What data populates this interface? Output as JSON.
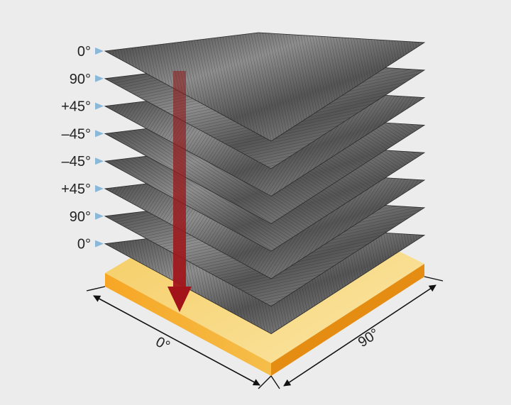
{
  "diagram": {
    "plies": [
      {
        "label": "0°",
        "angle": 0
      },
      {
        "label": "90°",
        "angle": 90
      },
      {
        "label": "+45°",
        "angle": 45
      },
      {
        "label": "–45°",
        "angle": -45
      },
      {
        "label": "–45°",
        "angle": -45
      },
      {
        "label": "+45°",
        "angle": 45
      },
      {
        "label": "90°",
        "angle": 90
      },
      {
        "label": "0°",
        "angle": 0
      }
    ],
    "dimensions": {
      "front_label": "0°",
      "side_label": "90°"
    },
    "colors": {
      "background": "#ececec",
      "ply_dark": "#3a3a3a",
      "ply_light": "#9a9a9a",
      "base_top": "#f2d36a",
      "base_front": "#f2a21c",
      "base_side": "#e08a12",
      "arrow": "#8b1a1a",
      "marker": "#8ab8d8"
    }
  }
}
